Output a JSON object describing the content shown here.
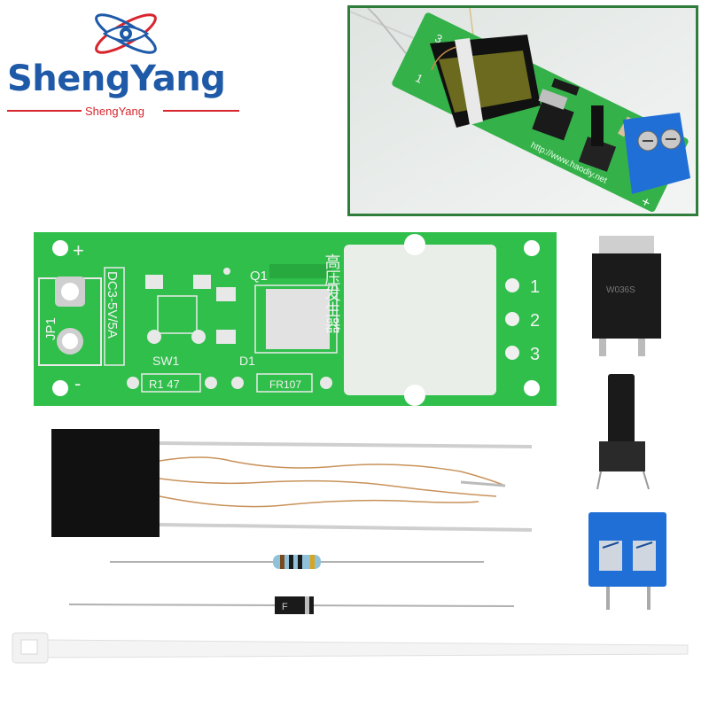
{
  "brand": {
    "name": "ShengYang",
    "subtitle": "ShengYang",
    "color_primary": "#1e5aa8",
    "color_accent": "#d7262d"
  },
  "inset": {
    "border_color": "#2f7d3b",
    "board_url": "http://www.haodiy.net",
    "pin_labels": [
      "3",
      "1"
    ],
    "polarity": [
      "+",
      "-"
    ]
  },
  "pcb": {
    "color": "#2fbf4a",
    "power_label": "DC3-5V/5A",
    "connector_label": "JP1",
    "switch_label": "SW1",
    "transistor_label": "Q1",
    "diode_label": "D1",
    "diode_part": "FR107",
    "resistor_label": "R1 47",
    "chinese_title": "高压发生器",
    "pin_numbers": [
      "1",
      "2",
      "3"
    ],
    "plus_sign": "+",
    "minus_sign": "-"
  },
  "parts": {
    "transformer_color": "#111111",
    "resistor_bands": [
      "#7a4a1f",
      "#1a1a1a",
      "#1a1a1a",
      "#d9a520"
    ],
    "diode_marking": "F",
    "terminal_block_color": "#1f6fd6",
    "cable_tie_color": "#f2f2f2",
    "mosfet_marking": "W036S"
  }
}
